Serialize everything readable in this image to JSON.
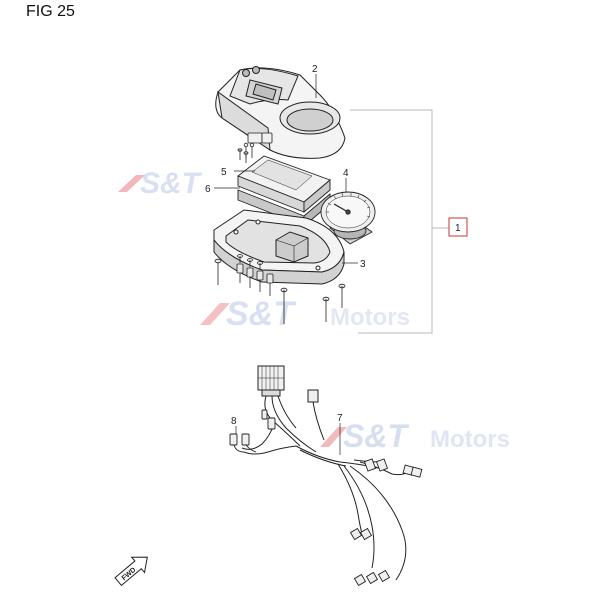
{
  "figure": {
    "title": "FIG 25"
  },
  "watermark": {
    "brand": "S&T",
    "suffix": "Motors",
    "blue": "#3a63b8",
    "red": "#e0414b"
  },
  "callouts": {
    "part_1": "1",
    "part_2": "2",
    "part_3": "3",
    "part_4": "4",
    "part_5": "5",
    "part_6": "6",
    "part_7": "7",
    "part_8": "8"
  },
  "direction_marker": {
    "label": "FWD"
  },
  "colors": {
    "line": "#222222",
    "frame_gray": "#b8b8b8",
    "callout_box": "#cc3333"
  }
}
